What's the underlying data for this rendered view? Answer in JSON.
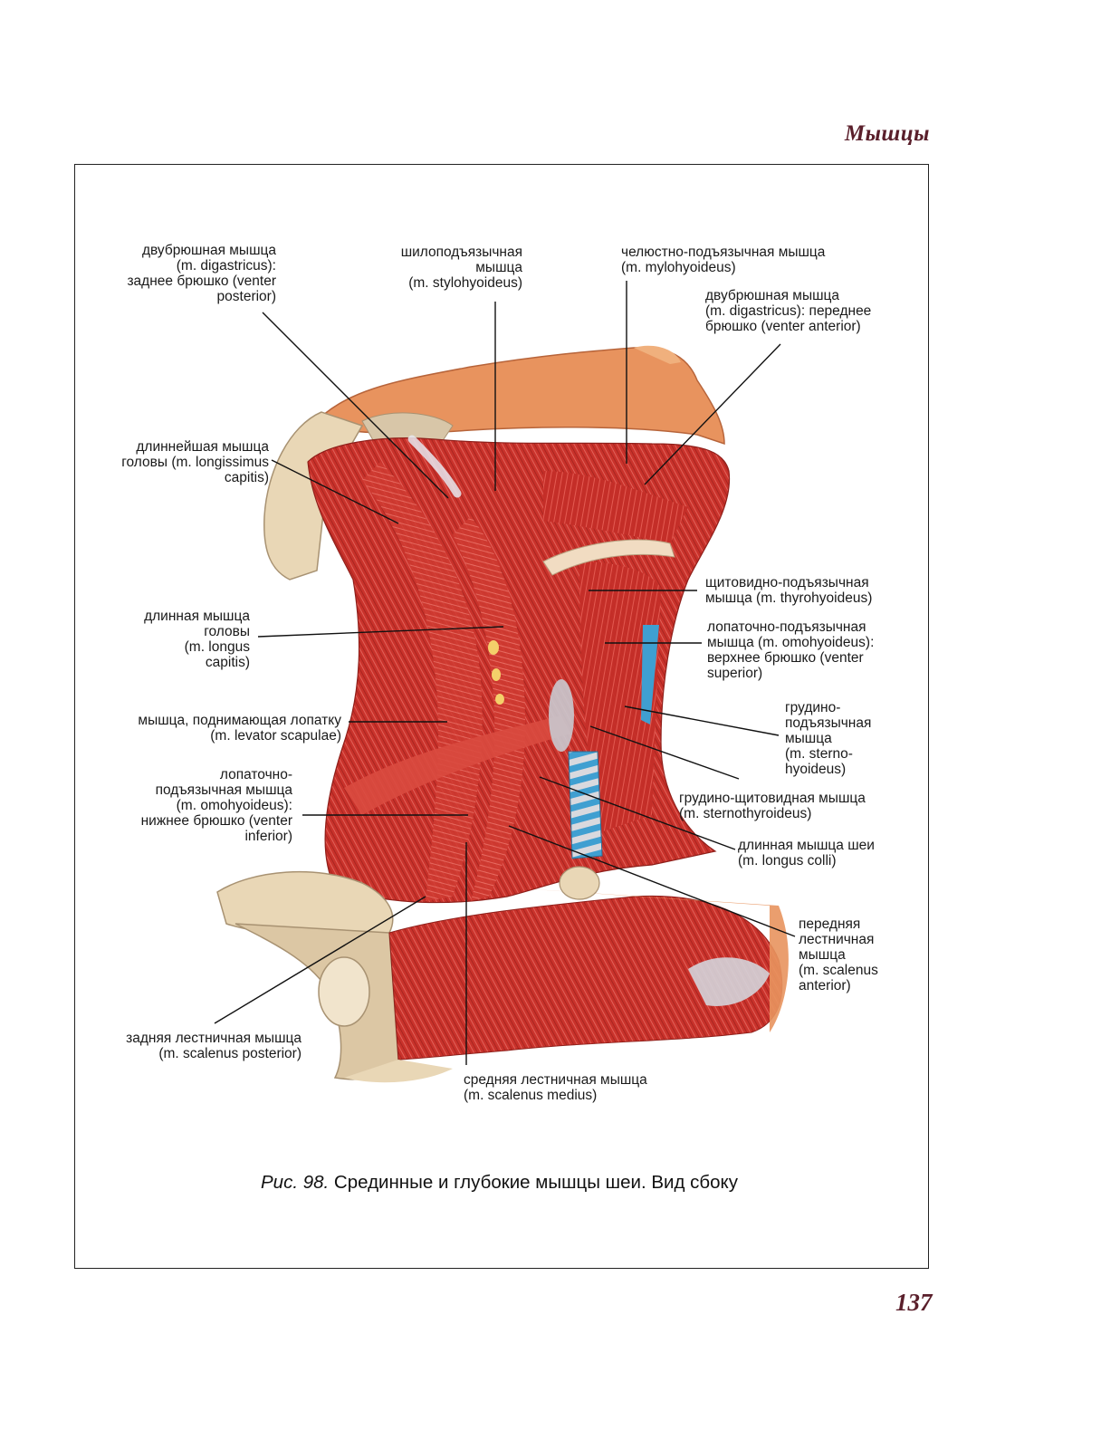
{
  "header": {
    "section": "Мышцы"
  },
  "labels": {
    "digastric_posterior": "двубрюшная мышца\n(m. digastricus):\nзаднее брюшко (venter\nposterior)",
    "stylohyoid": "шилоподъязычная\nмышца\n(m. stylohyoideus)",
    "mylohyoid": "челюстно-подъязычная мышца\n(m. mylohyoideus)",
    "digastric_anterior": "двубрюшная мышца\n(m. digastricus): переднее\nбрюшко (venter anterior)",
    "longissimus_capitis": "длиннейшая мышца\nголовы (m. longissimus\ncapitis)",
    "thyrohyoid": "щитовидно-подъязычная\nмышца (m. thyrohyoideus)",
    "longus_capitis": "длинная мышца\nголовы\n(m. longus\ncapitis)",
    "omohyoid_superior": "лопаточно-подъязычная\nмышца (m. omohyoideus):\nверхнее брюшко (venter\nsuperior)",
    "sternohyoid": "грудино-\nподъязычная\nмышца\n(m. sterno-\nhyoideus)",
    "levator_scapulae": "мышца, поднимающая лопатку\n(m. levator scapulae)",
    "omohyoid_inferior": "лопаточно-\nподъязычная мышца\n(m. omohyoideus):\nнижнее брюшко (venter\ninferior)",
    "sternothyroid": "грудино-щитовидная мышца\n(m. sternothyroideus)",
    "longus_colli": "длинная мышца шеи\n(m. longus colli)",
    "scalenus_anterior": "передняя\nлестничная\nмышца\n(m. scalenus\nanterior)",
    "scalenus_posterior": "задняя лестничная мышца\n(m. scalenus posterior)",
    "scalenus_medius": "средняя лестничная мышца\n(m. scalenus medius)"
  },
  "caption": {
    "figure_ref": "Рис. 98.",
    "text": "Срединные и глубокие мышцы шеи. Вид сбоку"
  },
  "footer": {
    "page_number": "137"
  },
  "colors": {
    "accent": "#5a1f2b",
    "muscle": "#c8322c",
    "skin": "#e8935e",
    "bone": "#e9d7b6",
    "trachea": "#3f9fd1"
  }
}
